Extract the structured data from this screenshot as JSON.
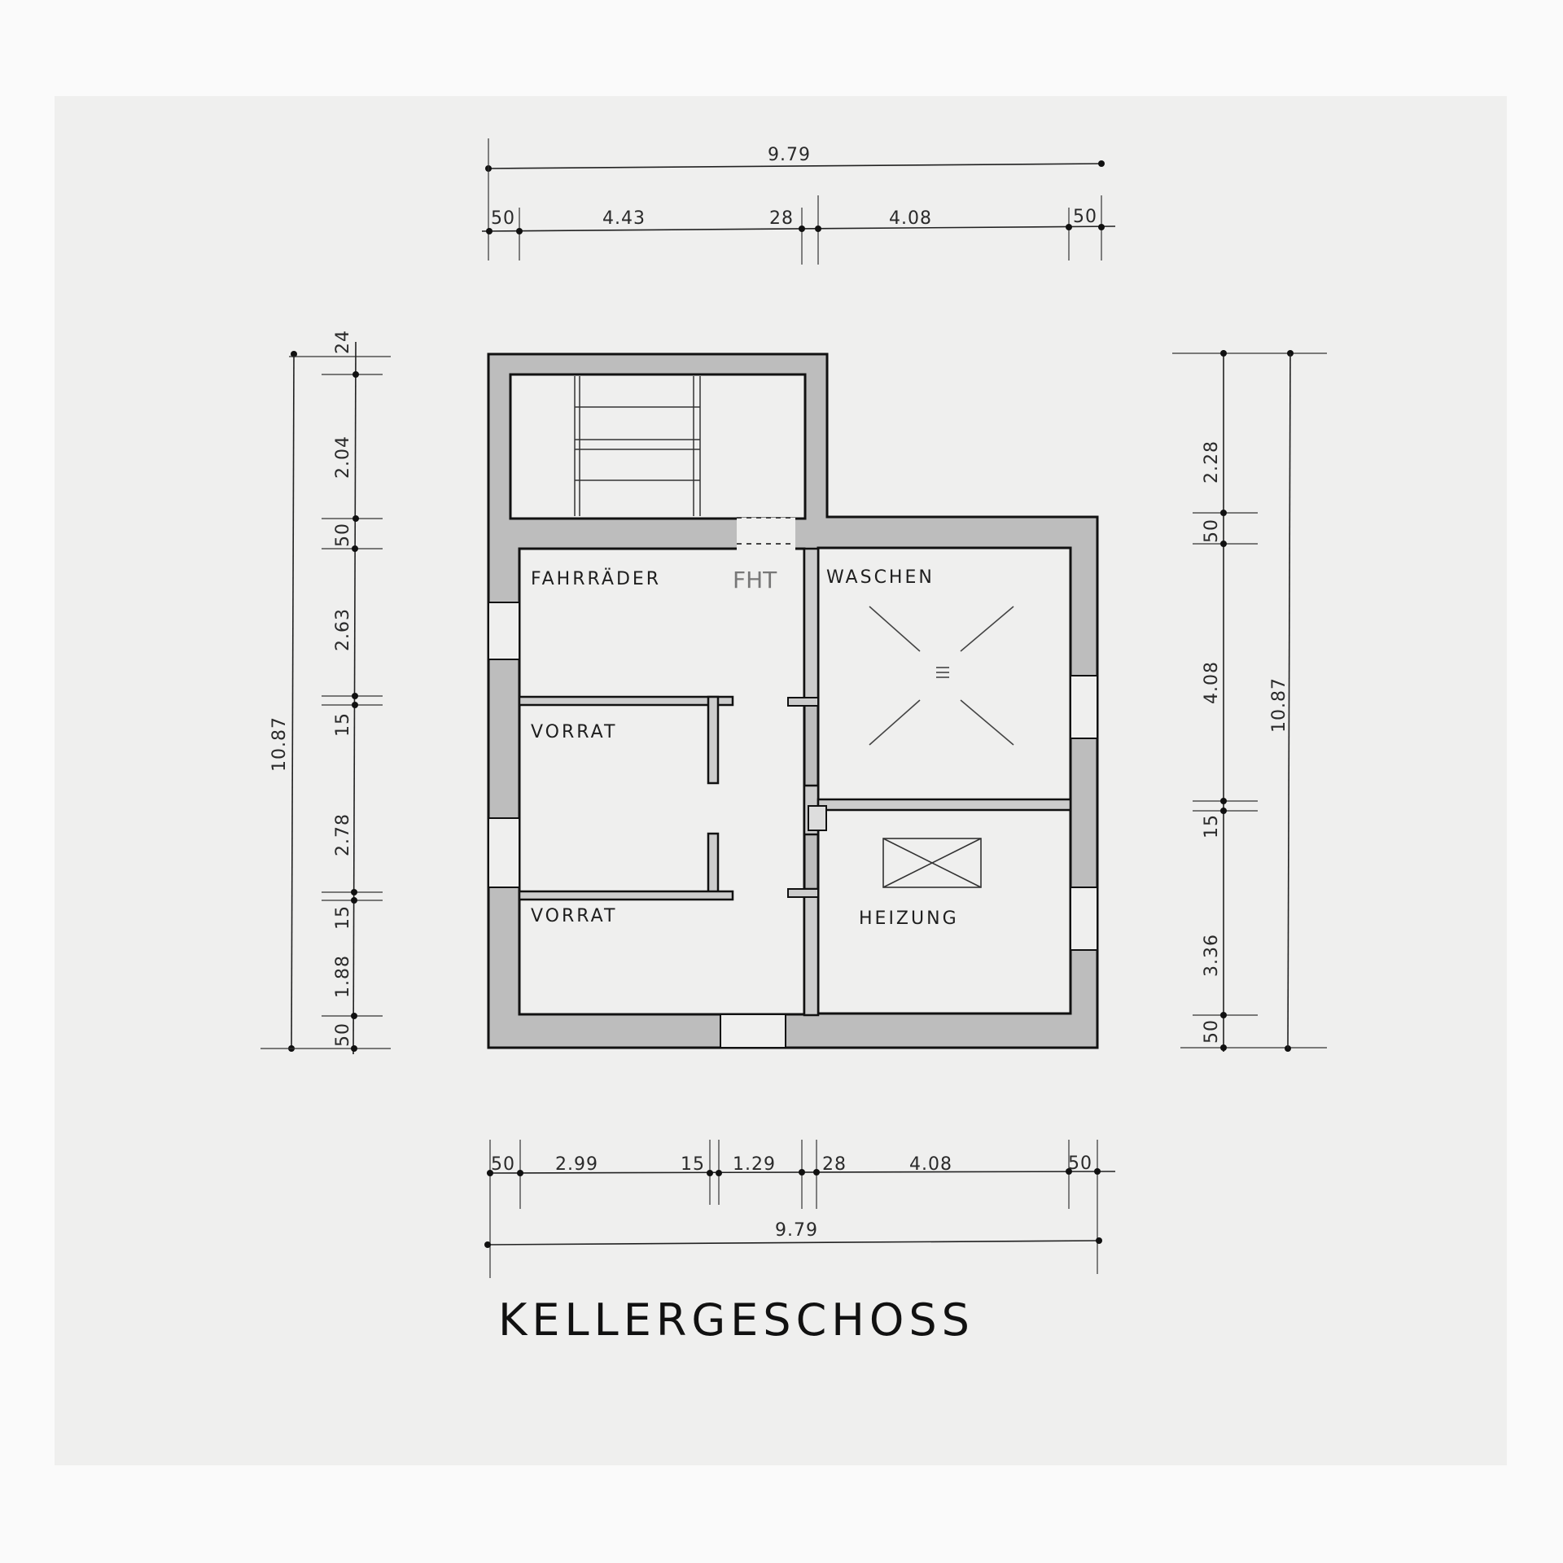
{
  "title": "KELLERGESCHOSS",
  "rooms": {
    "fahrraeder": "FAHRRÄDER",
    "waschen": "WASCHEN",
    "vorrat_1": "VORRAT",
    "vorrat_2": "VORRAT",
    "heizung": "HEIZUNG"
  },
  "annotation": "FHT",
  "dimensions": {
    "top": {
      "total": "9.79",
      "segments": [
        "50",
        "4.43",
        "28",
        "4.08",
        "50"
      ]
    },
    "bottom": {
      "total": "9.79",
      "segments": [
        "50",
        "2.99",
        "15",
        "1.29",
        "28",
        "4.08",
        "50"
      ]
    },
    "left": {
      "total": "10.87",
      "segments": [
        "24",
        "2.04",
        "50",
        "2.63",
        "15",
        "2.78",
        "15",
        "1.88",
        "50"
      ]
    },
    "right": {
      "total": "10.87",
      "segments": [
        "2.28",
        "50",
        "4.08",
        "15",
        "3.36",
        "50"
      ]
    }
  }
}
